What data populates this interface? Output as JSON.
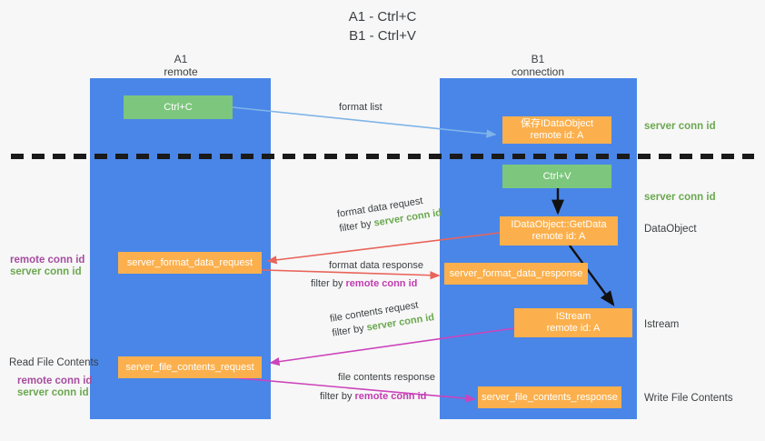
{
  "title": {
    "line1": "A1 - Ctrl+C",
    "line2": "B1 - Ctrl+V"
  },
  "lanes": [
    {
      "name": "A1",
      "sub": "remote"
    },
    {
      "name": "B1",
      "sub": "connection"
    }
  ],
  "boxes": {
    "ctrl_c": {
      "label": "Ctrl+C"
    },
    "ctrl_v": {
      "label": "Ctrl+V"
    },
    "save_idataobject": {
      "line1": "保存IDataObject",
      "line2": "remote id: A"
    },
    "getdata": {
      "line1": "IDataObject::GetData",
      "line2": "remote id: A"
    },
    "istream": {
      "line1": "IStream",
      "line2": "remote id: A"
    },
    "server_format_data_request": {
      "label": "server_format_data_request"
    },
    "server_format_data_response": {
      "label": "server_format_data_response"
    },
    "server_file_contents_request": {
      "label": "server_file_contents_request"
    },
    "server_file_contents_response": {
      "label": "server_file_contents_response"
    }
  },
  "edge_labels": {
    "format_list": "format list",
    "format_data_request": "format data request",
    "format_data_request_filter_prefix": "filter by ",
    "format_data_request_filter_key": "server conn id",
    "format_data_response": "format data response",
    "format_data_response_filter_prefix": "filter by ",
    "format_data_response_filter_key": "remote conn id",
    "file_contents_request": "file contents request",
    "file_contents_request_filter_prefix": "filter by ",
    "file_contents_request_filter_key": "server conn id",
    "file_contents_response": "file contents response",
    "file_contents_response_filter_prefix": "filter by ",
    "file_contents_response_filter_key": "remote conn id"
  },
  "annotations": {
    "right_server_conn_id_1": "server conn id",
    "right_server_conn_id_2": "server conn id",
    "right_dataobject": "DataObject",
    "right_istream": "Istream",
    "right_write_file_contents": "Write File Contents",
    "left_remote_conn_id_1": "remote conn id",
    "left_server_conn_id_1": "server conn id",
    "left_read_file_contents": "Read File Contents",
    "left_remote_conn_id_2": "remote conn id",
    "left_server_conn_id_2": "server conn id"
  },
  "colors": {
    "lane": "#4a86e8",
    "green_box": "#7dc67d",
    "orange_box": "#fbb04d",
    "green_text": "#6aa84f",
    "purple_text": "#a64d9e",
    "magenta_text": "#c23bb0",
    "red_arrow": "#e8645a",
    "blue_arrow": "#7fb4e8",
    "magenta_arrow": "#cc44bb",
    "black_arrow": "#000000",
    "divider": "#1a1a1a",
    "background": "#f7f7f7"
  }
}
